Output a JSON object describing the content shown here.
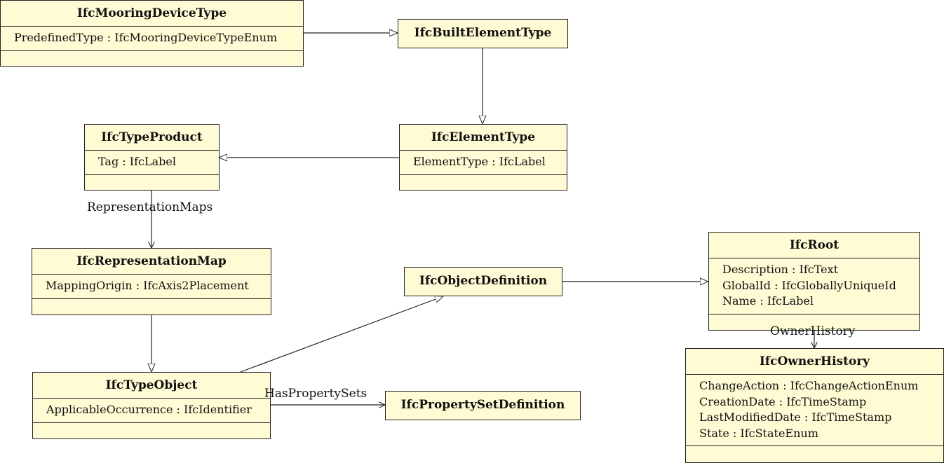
{
  "classes": {
    "mooring": {
      "name": "IfcMooringDeviceType",
      "attrs": [
        "PredefinedType : IfcMooringDeviceTypeEnum"
      ]
    },
    "builtElementType": {
      "name": "IfcBuiltElementType"
    },
    "elementType": {
      "name": "IfcElementType",
      "attrs": [
        "ElementType : IfcLabel"
      ]
    },
    "typeProduct": {
      "name": "IfcTypeProduct",
      "attrs": [
        "Tag : IfcLabel"
      ]
    },
    "representationMap": {
      "name": "IfcRepresentationMap",
      "attrs": [
        "MappingOrigin : IfcAxis2Placement"
      ]
    },
    "objectDefinition": {
      "name": "IfcObjectDefinition"
    },
    "root": {
      "name": "IfcRoot",
      "attrs": [
        "Description : IfcText",
        "GlobalId : IfcGloballyUniqueId",
        "Name : IfcLabel"
      ]
    },
    "typeObject": {
      "name": "IfcTypeObject",
      "attrs": [
        "ApplicableOccurrence : IfcIdentifier"
      ]
    },
    "propertySetDefinition": {
      "name": "IfcPropertySetDefinition"
    },
    "ownerHistory": {
      "name": "IfcOwnerHistory",
      "attrs": [
        "ChangeAction : IfcChangeActionEnum",
        "CreationDate : IfcTimeStamp",
        "LastModifiedDate : IfcTimeStamp",
        "State : IfcStateEnum"
      ]
    }
  },
  "edge_labels": {
    "representation_maps": "RepresentationMaps",
    "has_property_sets": "HasPropertySets",
    "owner_history": "OwnerHistory"
  }
}
